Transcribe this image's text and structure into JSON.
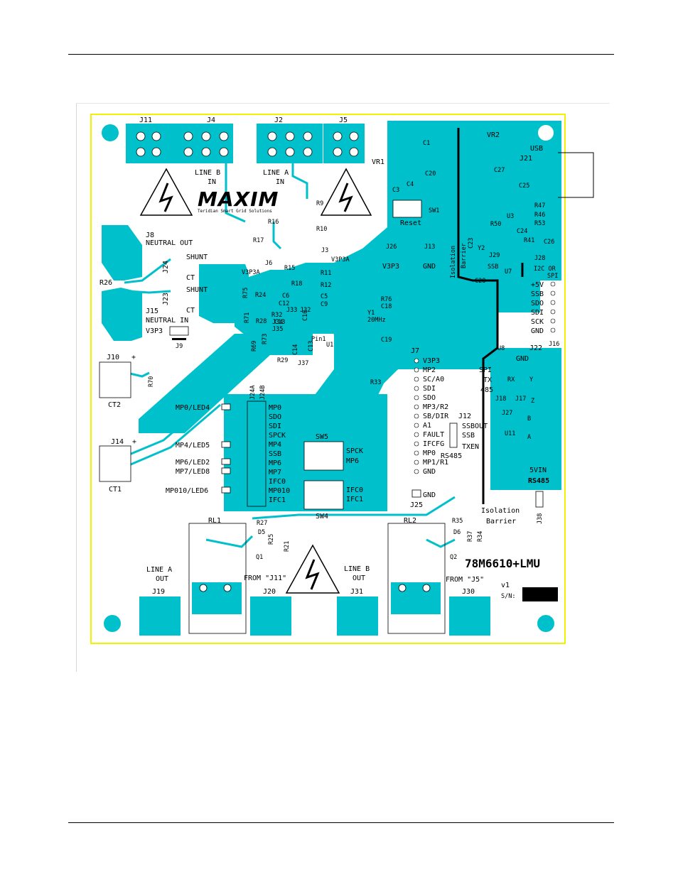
{
  "board": {
    "part_number": "78M6610+LMU",
    "version": "v1",
    "serial_label": "S/N:",
    "logo_text": "MAXIM",
    "logo_subtitle": "Teridian Smart Grid Solutions"
  },
  "colors": {
    "copper": "#00c0cc",
    "outline": "#f2f200",
    "text": "#000000"
  },
  "connectors": {
    "j11": "J11",
    "j4": "J4",
    "j2": "J2",
    "j5": "J5",
    "line_b_in": [
      "LINE B",
      "IN"
    ],
    "line_a_in": [
      "LINE A",
      "IN"
    ],
    "j8": "J8",
    "neutral_out": "NEUTRAL OUT",
    "j15": "J15",
    "neutral_in": "NEUTRAL IN",
    "j24": "J24",
    "j23": "J23",
    "shunt": "SHUNT",
    "ct": "CT",
    "j10": "J10",
    "ct2": "CT2",
    "j14": "J14",
    "ct1": "CT1",
    "plus": "+",
    "v3p3": "V3P3",
    "j9": "J9",
    "j6": "J6",
    "v3p3a": "V3P3A",
    "j3": "J3",
    "j26": "J26",
    "j13": "J13",
    "gnd": "GND",
    "j7": "J7",
    "j25": "J25",
    "j19": "J19",
    "j20": "J20",
    "j31": "J31",
    "j30": "J30",
    "line_a_out": [
      "LINE A",
      "OUT"
    ],
    "line_b_out": [
      "LINE B",
      "OUT"
    ],
    "from_j11": "FROM \"J11\"",
    "from_j5": "FROM \"J5\"",
    "rl1": "RL1",
    "rl2": "RL2",
    "q1": "Q1",
    "q2": "Q2",
    "d5": "D5",
    "d6": "D6",
    "r27": "R27",
    "r25": "R25",
    "r21": "R21",
    "r35": "R35",
    "r37": "R37",
    "r34": "R34"
  },
  "refdes": {
    "r26": "R26",
    "r16": "R16",
    "r17": "R17",
    "r9": "R9",
    "r10": "R10",
    "r15": "R15",
    "r18": "R18",
    "r11": "R11",
    "r12": "R12",
    "r24": "R24",
    "r75": "R75",
    "r71": "R71",
    "r28": "R28",
    "r32": "R32",
    "r73": "R73",
    "r29": "R29",
    "r69": "R69",
    "r70": "R70",
    "r33": "R33",
    "r76": "R76",
    "c6": "C6",
    "c12": "C12",
    "c5": "C5",
    "c9": "C9",
    "c13": "C13",
    "c10": "C10",
    "c14": "C14",
    "c18": "C18",
    "c19": "C19",
    "j33": "J33",
    "j32": "J32",
    "j34": "J34",
    "j35": "J35",
    "j37": "J37",
    "u1": "U1",
    "y1": "Y1",
    "y1_freq": "20MHz",
    "pin1": "Pin1",
    "vr1": "VR1",
    "vr2": "VR2",
    "c1": "C1",
    "c20": "C20",
    "c3": "C3",
    "c4": "C4",
    "sw1": "SW1",
    "reset": "Reset",
    "j21": "J21",
    "usb": "USB",
    "c27": "C27",
    "c25": "C25",
    "r47": "R47",
    "r46": "R46",
    "r53": "R53",
    "u3": "U3",
    "r50": "R50",
    "c24": "C24",
    "r41": "R41",
    "c23": "C23",
    "c26": "C26",
    "y2": "Y2",
    "j29": "J29",
    "ssb": "SSB",
    "j28": "J28",
    "i2c_or": "I2C OR",
    "spi": "SPI",
    "u7": "U7",
    "c28": "C28",
    "u8": "U8",
    "j22": "J22",
    "j16": "J16",
    "isolation": "Isolation",
    "barrier": "Barrier"
  },
  "header_j7": [
    "V3P3",
    "MP2",
    "SC/A0",
    "SDI",
    "SDO",
    "MP3/R2",
    "SB/DIR",
    "A1",
    "FAULT",
    "IFCFG",
    "MP0",
    "MP1/R1",
    "GND"
  ],
  "header_j24": {
    "col_a": "J24A",
    "col_b": "J24B",
    "pins": [
      "MP0",
      "SDO",
      "SDI",
      "SPCK",
      "MP4",
      "SSB",
      "MP6",
      "MP7",
      "IFC0",
      "MP010",
      "IFC1"
    ]
  },
  "leds": [
    "MP0/LED4",
    "MP4/LED5",
    "MP6/LED2",
    "MP7/LED8",
    "MP010/LED6"
  ],
  "switches": {
    "sw5": "SW5",
    "sw5_pins": [
      "SPCK",
      "MP6"
    ],
    "sw4": "SW4",
    "sw4_pins": [
      "IFC0",
      "IFC1"
    ]
  },
  "header_j12": {
    "name": "J12",
    "pins": [
      "SSBOUT",
      "SSB",
      "TXEN"
    ],
    "rs485": "RS485"
  },
  "spi_tx": [
    "SPI",
    "TX",
    "485"
  ],
  "header_j16": [
    "+5V",
    "SSB",
    "SDO",
    "SDI",
    "SCK",
    "GND"
  ],
  "rs485_block": {
    "gnd": "GND",
    "rx": "RX",
    "y": "Y",
    "j18": "J18",
    "j17": "J17",
    "z": "Z",
    "j27": "J27",
    "b": "B",
    "u11": "U11",
    "a": "A",
    "vin": "5VIN",
    "title": "RS485",
    "j38": "J38"
  },
  "isolation_bottom": [
    "Isolation",
    "Barrier"
  ]
}
